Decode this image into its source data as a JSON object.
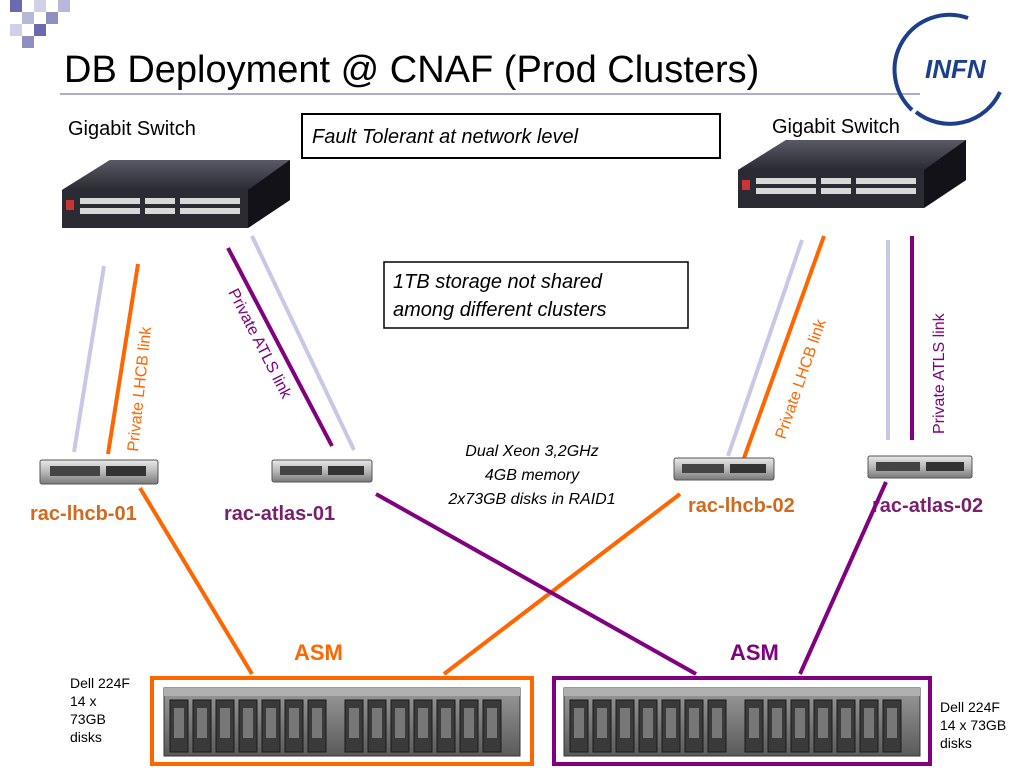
{
  "slide": {
    "title": "DB Deployment @ CNAF (Prod Clusters)",
    "logo_text": "INFN"
  },
  "switches": {
    "left_label": "Gigabit Switch",
    "right_label": "Gigabit Switch"
  },
  "callouts": {
    "fault_tolerant": "Fault Tolerant at network level",
    "storage_line1": "1TB storage not shared",
    "storage_line2": "among different clusters"
  },
  "specs": {
    "line1": "Dual Xeon 3,2GHz",
    "line2": "4GB memory",
    "line3": "2x73GB disks in RAID1"
  },
  "links": {
    "lhcb_left": "Private LHCB link",
    "atlas_left": "Private ATLS link",
    "lhcb_right": "Private LHCB link",
    "atlas_right": "Private ATLS link"
  },
  "nodes": {
    "rac_lhcb_01": "rac-lhcb-01",
    "rac_atlas_01": "rac-atlas-01",
    "rac_lhcb_02": "rac-lhcb-02",
    "rac_atlas_02": "rac-atlas-02"
  },
  "storage": {
    "asm_left": "ASM",
    "asm_right": "ASM",
    "left_desc": [
      "Dell 224F",
      "14 x",
      "73GB",
      "disks"
    ],
    "right_desc": [
      "Dell 224F",
      "14 x 73GB",
      "disks"
    ]
  },
  "colors": {
    "lhcb": "#ff6600",
    "atlas": "#800080",
    "public_link": "#c8c8e6",
    "node_lhcb_text": "#d2691e",
    "node_atlas_text": "#7a1f6b"
  }
}
